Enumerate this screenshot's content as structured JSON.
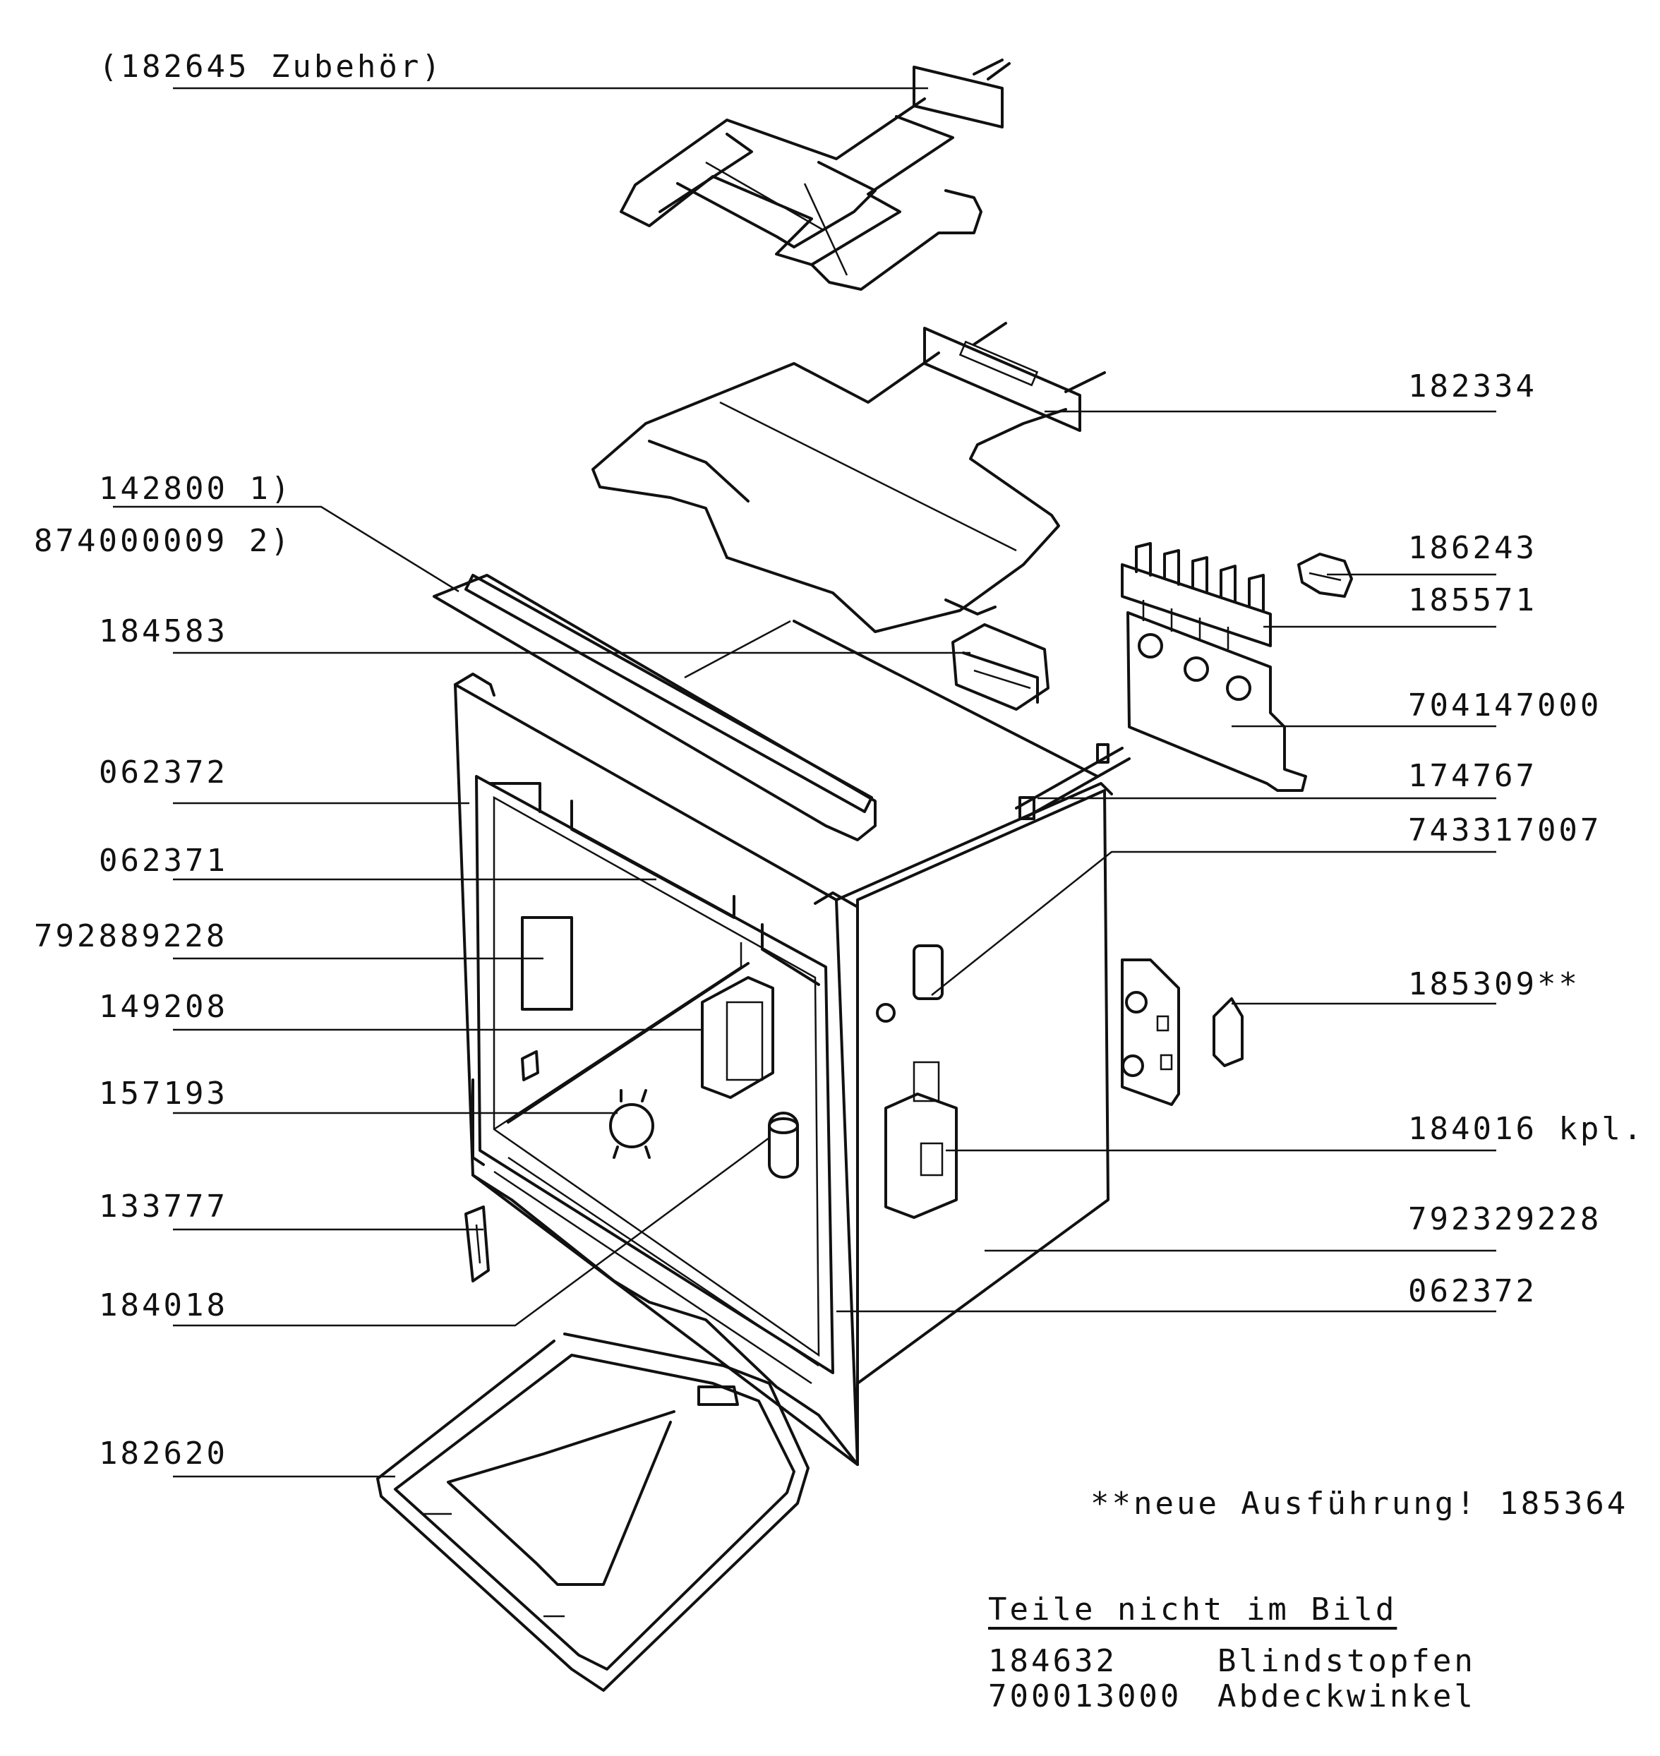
{
  "labels_left": [
    {
      "id": "l182645",
      "text": "(182645 Zubehör)"
    },
    {
      "id": "l142800",
      "text": "142800 1)"
    },
    {
      "id": "l874000009",
      "text": "874000009 2)"
    },
    {
      "id": "l184583",
      "text": "184583"
    },
    {
      "id": "l062372a",
      "text": "062372"
    },
    {
      "id": "l062371",
      "text": "062371"
    },
    {
      "id": "l792889228",
      "text": "792889228"
    },
    {
      "id": "l149208",
      "text": "149208"
    },
    {
      "id": "l157193",
      "text": "157193"
    },
    {
      "id": "l133777",
      "text": "133777"
    },
    {
      "id": "l184018",
      "text": "184018"
    },
    {
      "id": "l182620",
      "text": "182620"
    }
  ],
  "labels_right": [
    {
      "id": "r182334",
      "text": "182334"
    },
    {
      "id": "r186243",
      "text": "186243"
    },
    {
      "id": "r185571",
      "text": "185571"
    },
    {
      "id": "r704147000",
      "text": "704147000"
    },
    {
      "id": "r174767",
      "text": "174767"
    },
    {
      "id": "r743317007",
      "text": "743317007"
    },
    {
      "id": "r185309",
      "text": "185309**"
    },
    {
      "id": "r184016",
      "text": "184016 kpl."
    },
    {
      "id": "r792329228",
      "text": "792329228"
    },
    {
      "id": "r062372b",
      "text": "062372"
    }
  ],
  "notes": {
    "new_version": "**neue Ausführung! 185364",
    "parts_heading": "Teile nicht im Bild",
    "parts_not_shown": [
      {
        "number": "184632",
        "name": "Blindstopfen"
      },
      {
        "number": "700013000",
        "name": "Abdeckwinkel"
      }
    ]
  }
}
